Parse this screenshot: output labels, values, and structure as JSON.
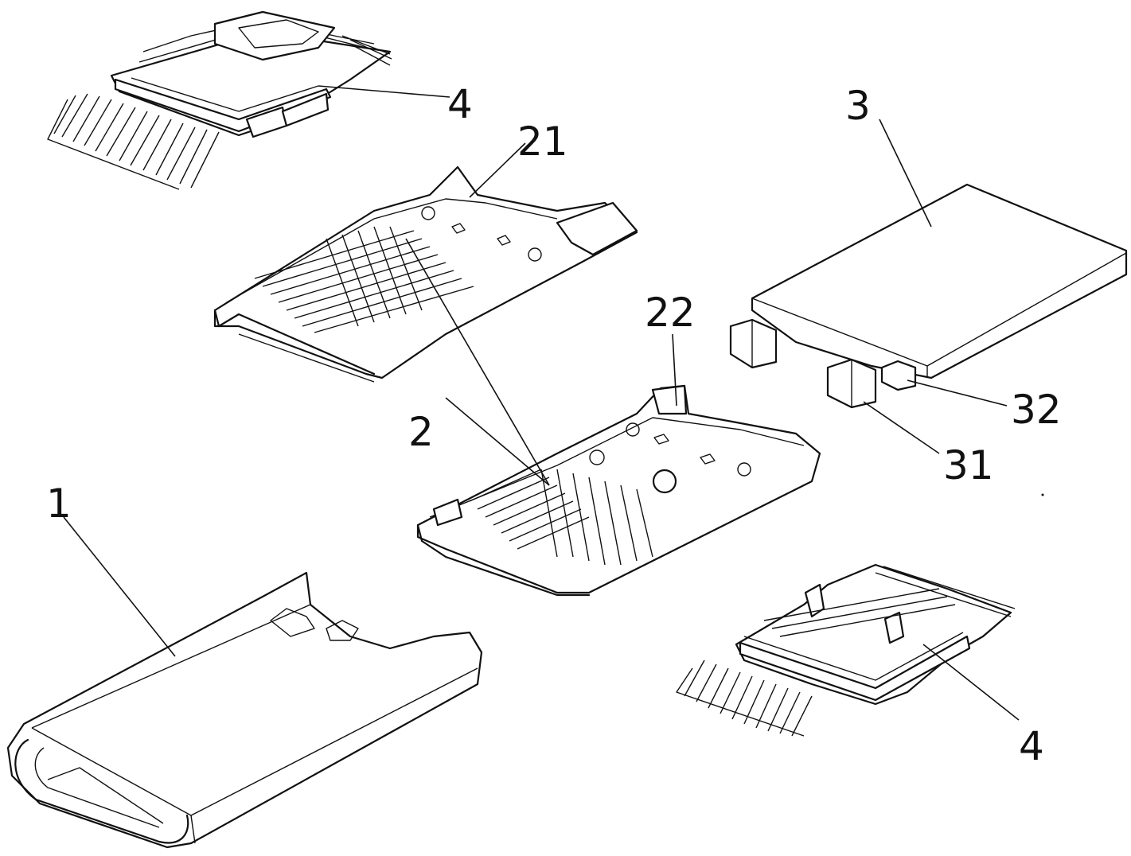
{
  "figure": {
    "background": "#ffffff",
    "ink": "#111111"
  },
  "labels": {
    "shell": "1",
    "middle_plate": "2",
    "plate_upper_feature": "21",
    "plate_lower_feature": "22",
    "cover": "3",
    "cover_tab_left": "31",
    "cover_tab_right": "32",
    "terminal_module_top": "4",
    "terminal_module_bottom": "4"
  }
}
